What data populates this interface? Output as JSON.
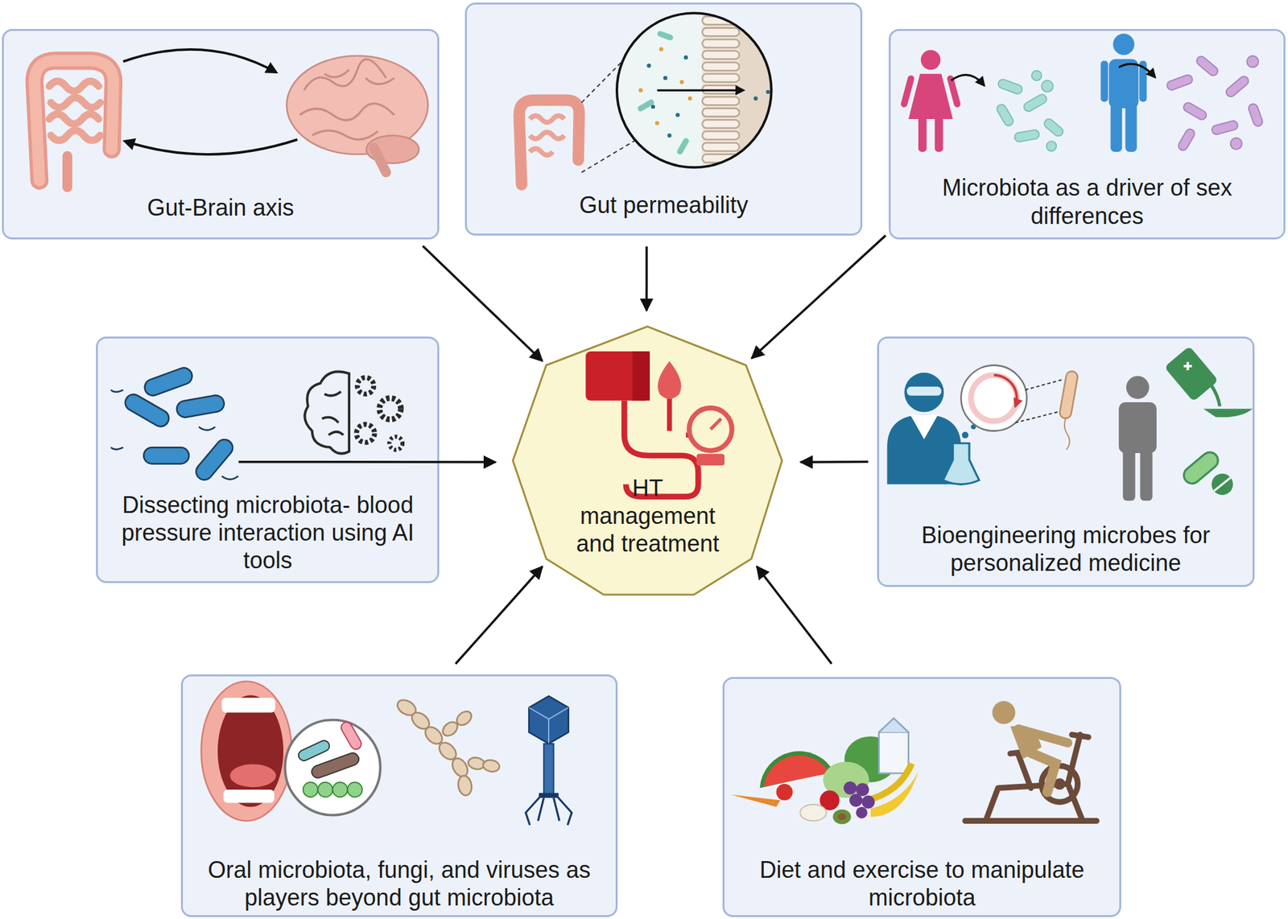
{
  "diagram": {
    "nodes": [
      {
        "text": [
          "Gut-Brain axis"
        ]
      },
      {
        "text": [
          "Gut permeability"
        ]
      },
      {
        "text": [
          "Microbiota as a driver of sex differences"
        ]
      },
      {
        "text": [
          "Dissecting microbiota- blood pressure interaction using AI tools"
        ]
      },
      {
        "text": [
          "HT management and treatment"
        ]
      },
      {
        "text": [
          "Bioengineering microbes for personalized medicine"
        ]
      },
      {
        "text": [
          "Oral microbiota, fungi, and viruses as players beyond gut microbiota"
        ]
      },
      {
        "text": [
          "Diet and exercise to manipulate microbiota"
        ]
      }
    ],
    "edges": [
      {
        "from": 0,
        "to": 4,
        "arrow": "to"
      },
      {
        "from": 1,
        "to": 4,
        "arrow": "to"
      },
      {
        "from": 2,
        "to": 4,
        "arrow": "to"
      },
      {
        "from": 3,
        "to": 4,
        "arrow": "to"
      },
      {
        "from": 5,
        "to": 4,
        "arrow": "to"
      },
      {
        "from": 6,
        "to": 4,
        "arrow": "to"
      },
      {
        "from": 7,
        "to": 4,
        "arrow": "to"
      }
    ]
  }
}
